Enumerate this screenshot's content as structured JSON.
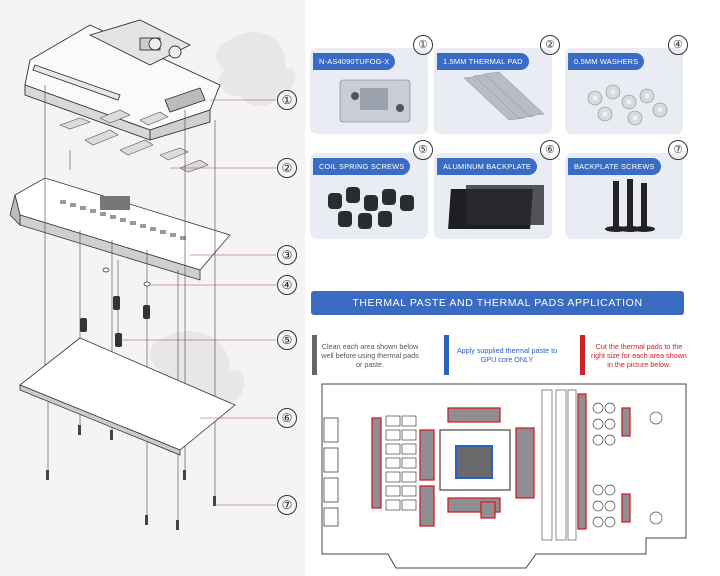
{
  "brand": {
    "accent": "#3a6cc6",
    "red": "#d0202a",
    "gray": "#666666",
    "blue": "#2a62c0"
  },
  "parts": [
    {
      "num": "①",
      "label": "N-AS4090TUFOG-X",
      "icon": "waterblock-icon"
    },
    {
      "num": "②",
      "label": "1.5MM THERMAL PAD",
      "icon": "thermal-pad-icon"
    },
    {
      "num": "④",
      "label": "0.5MM WASHERS",
      "icon": "washers-icon"
    },
    {
      "num": "⑤",
      "label": "COIL SPRING SCREWS",
      "icon": "spring-screws-icon"
    },
    {
      "num": "⑥",
      "label": "ALUMINUM BACKPLATE",
      "icon": "backplate-icon"
    },
    {
      "num": "⑦",
      "label": "BACKPLATE SCREWS",
      "icon": "backplate-screws-icon"
    }
  ],
  "callouts": [
    "①",
    "②",
    "③",
    "④",
    "⑤",
    "⑥",
    "⑦"
  ],
  "section_title": "THERMAL PASTE AND THERMAL PADS APPLICATION",
  "instructions": [
    {
      "text": "Clean each area shown below well before using thermal pads or paste.",
      "color": "#666666"
    },
    {
      "text": "Apply supplied thermal paste to GPU core ONLY",
      "color": "#2a62c0"
    },
    {
      "text": "Cut the thermal pads to the right size for each area shown in the picture below.",
      "color": "#d0202a"
    }
  ]
}
